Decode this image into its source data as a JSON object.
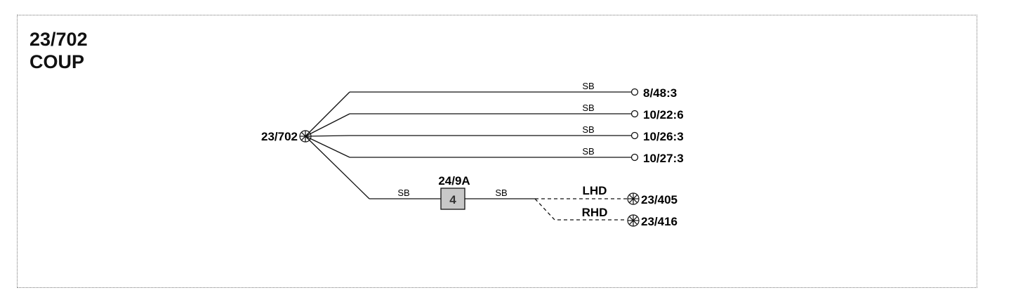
{
  "title": {
    "code": "23/702",
    "name": "COUP"
  },
  "source": {
    "label": "23/702"
  },
  "branches": [
    {
      "color_code": "SB",
      "terminal": "8/48:3"
    },
    {
      "color_code": "SB",
      "terminal": "10/22:6"
    },
    {
      "color_code": "SB",
      "terminal": "10/26:3"
    },
    {
      "color_code": "SB",
      "terminal": "10/27:3"
    }
  ],
  "fuse_branch": {
    "color_code_in": "SB",
    "fuse_ref": "24/9A",
    "fuse_number": "4",
    "color_code_out": "SB",
    "variants": [
      {
        "label": "LHD",
        "terminal": "23/405"
      },
      {
        "label": "RHD",
        "terminal": "23/416"
      }
    ]
  },
  "colors": {
    "line": "#111111",
    "fuse_fill": "#c8c8c8",
    "frame": "#777777"
  }
}
